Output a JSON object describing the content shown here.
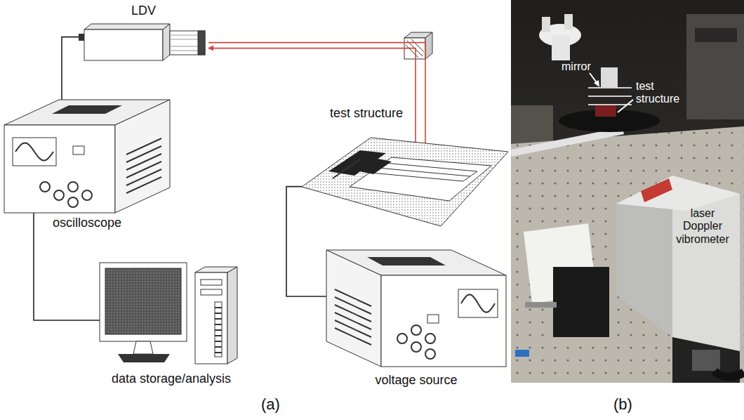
{
  "diagram": {
    "nodes": [
      {
        "text": [
          "LDV"
        ]
      },
      {
        "text": [
          "oscilloscope"
        ]
      },
      {
        "text": [
          "data storage/analysis"
        ]
      },
      {
        "text": [
          "test structure"
        ]
      },
      {
        "text": [
          "voltage source"
        ]
      }
    ],
    "edges": [
      {
        "from": 0,
        "to": 1,
        "arrow": "none"
      },
      {
        "from": 1,
        "to": 2,
        "arrow": "none"
      },
      {
        "from": 3,
        "to": 4,
        "arrow": "none"
      },
      {
        "from": 3,
        "to": 0,
        "arrow": "to"
      }
    ],
    "labels": [
      "mirror",
      "test structure",
      "laser Doppler vibrometer",
      "(a)",
      "(b)"
    ]
  }
}
